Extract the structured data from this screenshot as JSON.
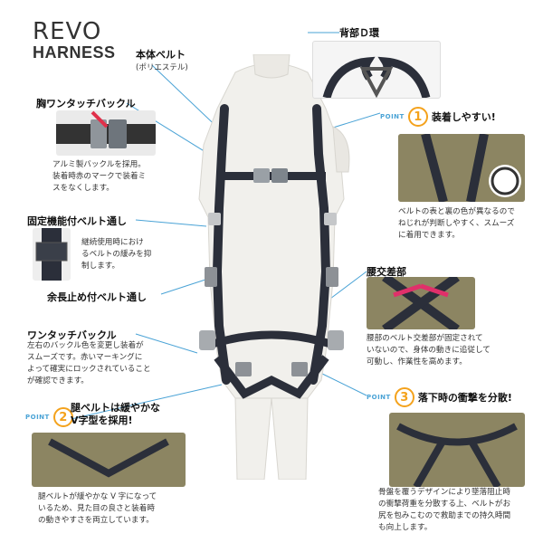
{
  "brand": {
    "line1": "REVO",
    "line2": "HARNESS"
  },
  "labels": {
    "back_d_ring": "背部Ｄ環",
    "main_belt": "本体ベルト",
    "main_belt_sub": "(ポリエステル)",
    "chest_buckle": "胸ワンタッチバックル",
    "chest_buckle_desc": [
      "アルミ製バックルを採用。",
      "装着時赤のマークで装着ミ",
      "スをなくします。"
    ],
    "fixed_belt_loop": "固定機能付ベルト通し",
    "fixed_belt_loop_desc": [
      "継続使用時におけ",
      "るベルトの緩みを抑",
      "制します。"
    ],
    "slack_stop_loop": "余長止め付ベルト通し",
    "one_touch_buckle": "ワンタッチバックル",
    "one_touch_buckle_desc": [
      "左右のバックル色を変更し装着が",
      "スムーズです。赤いマーキングに",
      "よって確実にロックされていること",
      "が確認できます。"
    ],
    "point1_title": "装着しやすい!",
    "point1_desc": [
      "ベルトの表と裏の色が異なるので",
      "ねじれが判断しやすく、スムーズ",
      "に着用できます。"
    ],
    "waist_cross": "腰交差部",
    "waist_cross_desc": [
      "腰部のベルト交差部が固定されて",
      "いないので、身体の動きに追従して",
      "可動し、作業性を高めます。"
    ],
    "point2_title_l1": "腿ベルトは緩やかな",
    "point2_title_l2": "V字型を採用!",
    "point2_desc": [
      "腿ベルトが緩やかな V 字になって",
      "いるため、見た目の良さと装着時",
      "の動きやすさを両立しています。"
    ],
    "point3_title": "落下時の衝撃を分散!",
    "point3_desc": [
      "骨盤を覆うデザインにより墜落阻止時",
      "の衝撃荷重を分散する上、ベルトがお",
      "尻を包みこむので救助までの持久時間",
      "も向上します。"
    ]
  },
  "points": {
    "tag": "POINT",
    "p1": "1",
    "p2": "2",
    "p3": "3"
  },
  "colors": {
    "accent_blue": "#4aa3d6",
    "point_orange": "#f4a21c",
    "belt_dark": "#2b2f3a",
    "khaki": "#8c8562"
  }
}
